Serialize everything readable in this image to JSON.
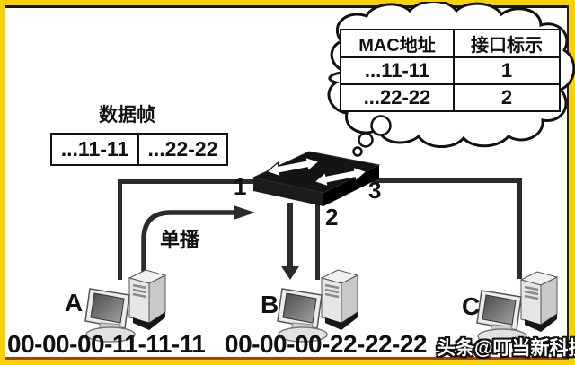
{
  "colors": {
    "border_yellow": "#F8D303",
    "top_line": "#141414",
    "bottom_line": "#A54400",
    "right_line": "#222222",
    "line": "#2B2B2B",
    "ink": "#111111"
  },
  "cloud_table": {
    "headers": [
      "MAC地址",
      "接口标示"
    ],
    "rows": [
      {
        "mac": "...11-11",
        "port": "1"
      },
      {
        "mac": "...22-22",
        "port": "2"
      }
    ]
  },
  "data_frame": {
    "label": "数据帧",
    "cells": [
      "...11-11",
      "...22-22"
    ]
  },
  "switch": {
    "ports": [
      "1",
      "2",
      "3"
    ]
  },
  "unicast": {
    "label": "单播"
  },
  "hosts": [
    {
      "name": "A",
      "mac": "00-00-00-11-11-11"
    },
    {
      "name": "B",
      "mac": "00-00-00-22-22-22"
    },
    {
      "name": "C",
      "mac": ""
    }
  ],
  "watermark": {
    "text": "头条@叮当新科技"
  }
}
